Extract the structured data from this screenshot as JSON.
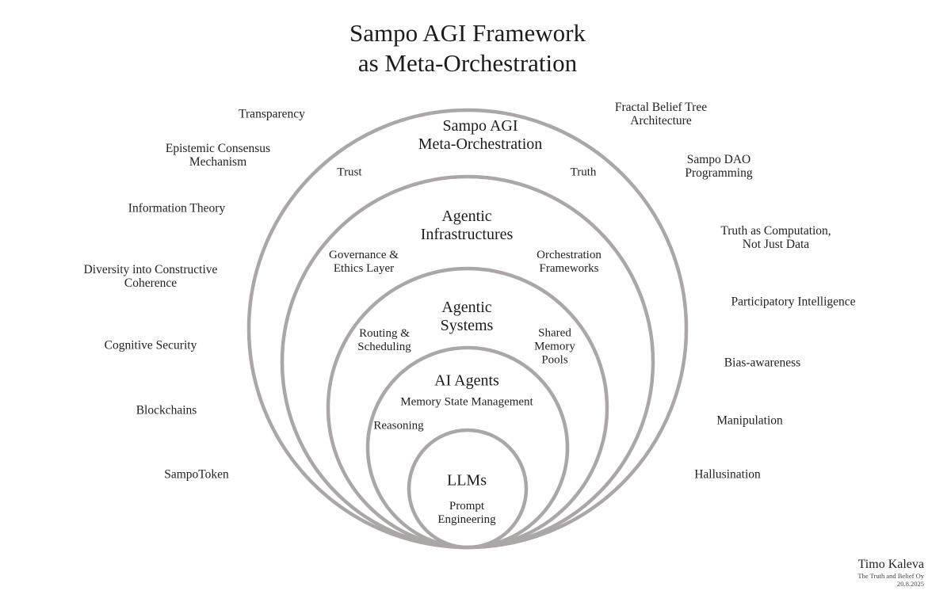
{
  "title": {
    "line1": "Sampo AGI Framework",
    "line2": "as Meta-Orchestration"
  },
  "circles": {
    "meta": {
      "heading_line1": "Sampo AGI",
      "heading_line2": "Meta-Orchestration",
      "item_left": "Trust",
      "item_right": "Truth"
    },
    "infra": {
      "heading_line1": "Agentic",
      "heading_line2": "Infrastructures",
      "item_left_line1": "Governance &",
      "item_left_line2": "Ethics Layer",
      "item_right_line1": "Orchestration",
      "item_right_line2": "Frameworks"
    },
    "systems": {
      "heading_line1": "Agentic",
      "heading_line2": "Systems",
      "item_left_line1": "Routing &",
      "item_left_line2": "Scheduling",
      "item_right_line1": "Shared",
      "item_right_line2": "Memory",
      "item_right_line3": "Pools"
    },
    "agents": {
      "heading": "AI Agents",
      "item_top": "Memory State Management",
      "item_left": "Reasoning"
    },
    "llms": {
      "heading": "LLMs",
      "item_line1": "Prompt",
      "item_line2": "Engineering"
    }
  },
  "left_topics": {
    "transparency": "Transparency",
    "epistemic_line1": "Epistemic Consensus",
    "epistemic_line2": "Mechanism",
    "information_theory": "Information Theory",
    "diversity_line1": "Diversity into Constructive",
    "diversity_line2": "Coherence",
    "cognitive_security": "Cognitive Security",
    "blockchains": "Blockchains",
    "sampotoken": "SampoToken"
  },
  "right_topics": {
    "fractal_line1": "Fractal Belief Tree",
    "fractal_line2": "Architecture",
    "dao_line1": "Sampo DAO",
    "dao_line2": "Programming",
    "truth_comp_line1": "Truth as Computation,",
    "truth_comp_line2": "Not Just Data",
    "participatory": "Participatory Intelligence",
    "bias": "Bias-awareness",
    "manipulation": "Manipulation",
    "hallusination": "Hallusination"
  },
  "signature": {
    "name": "Timo Kaleva",
    "organization": "The Truth and Belief Oy",
    "date": "20.8.2025"
  },
  "colors": {
    "ring_stroke": "#aba7a7",
    "text": "#222222",
    "background": "#ffffff"
  }
}
